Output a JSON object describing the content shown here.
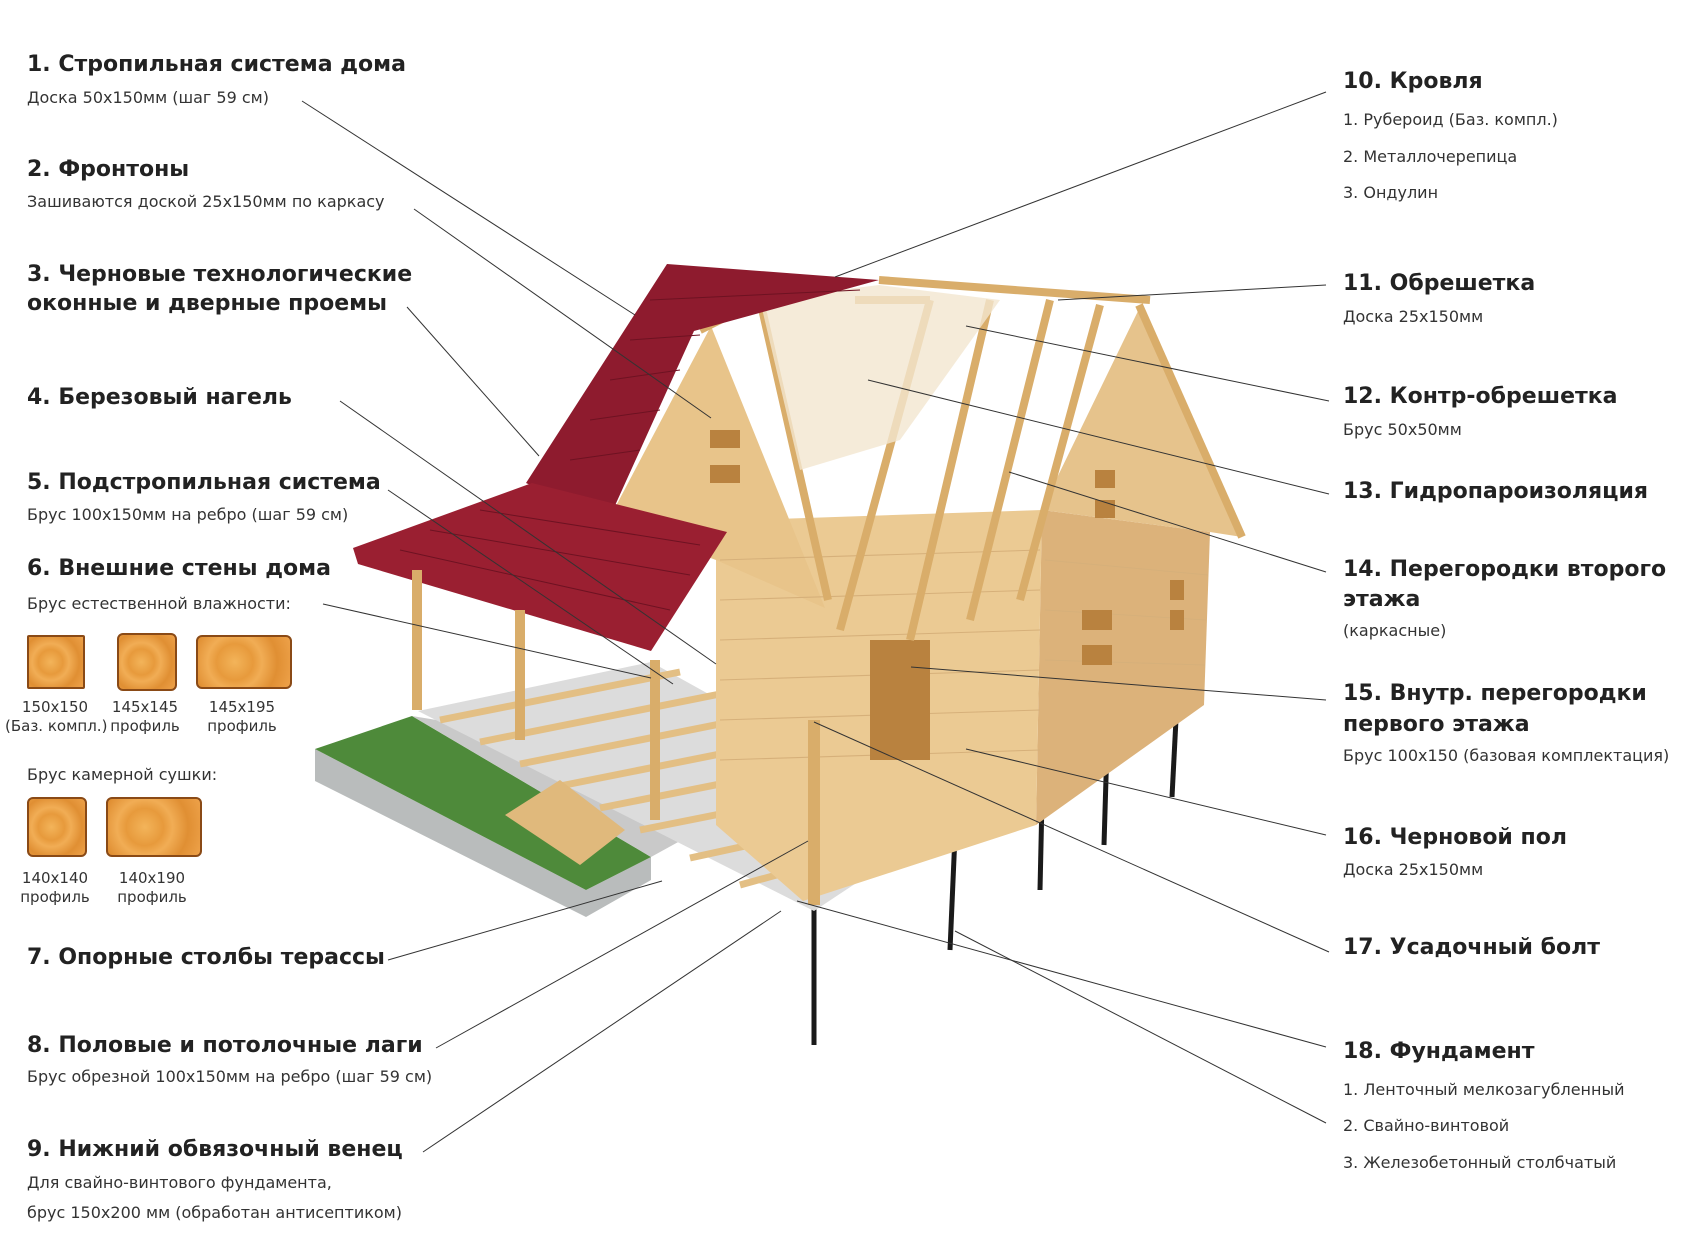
{
  "left": [
    {
      "title": "1. Стропильная система дома",
      "sub": "Доска 50x150мм (шаг 59 см)"
    },
    {
      "title": "2. Фронтоны",
      "sub": "Зашиваются доской 25x150мм по каркасу"
    },
    {
      "title_line1": "3. Черновые технологические",
      "title_line2": "оконные и дверные проемы"
    },
    {
      "title": "4. Березовый нагель"
    },
    {
      "title": "5. Подстропильная система",
      "sub": "Брус 100x150мм на ребро (шаг 59 см)"
    },
    {
      "title": "6. Внешние стены дома",
      "sub": "Брус естественной влажности:",
      "samples": [
        {
          "size": "150x150",
          "note": "(Баз. компл.)"
        },
        {
          "size": "145x145",
          "note": "профиль"
        },
        {
          "size": "145x195",
          "note": "профиль"
        }
      ],
      "sub2": "Брус камерной сушки:",
      "samples2": [
        {
          "size": "140x140",
          "note": "профиль"
        },
        {
          "size": "140x190",
          "note": "профиль"
        }
      ]
    },
    {
      "title": "7. Опорные столбы терассы"
    },
    {
      "title": "8. Половые и потолочные лаги",
      "sub": "Брус обрезной 100x150мм на ребро (шаг 59 см)"
    },
    {
      "title": "9. Нижний обвязочный венец",
      "sub1": "Для свайно-винтового фундамента,",
      "sub2": "брус 150x200 мм (обработан антисептиком)"
    }
  ],
  "right": [
    {
      "title": "10. Кровля",
      "items": [
        "1. Рубероид (Баз. компл.)",
        "2. Металлочерепица",
        "3. Ондулин"
      ]
    },
    {
      "title": "11. Обрешетка",
      "sub": "Доска 25x150мм"
    },
    {
      "title": "12. Контр-обрешетка",
      "sub": "Брус 50x50мм"
    },
    {
      "title": "13. Гидропароизоляция"
    },
    {
      "title_line1": "14. Перегородки второго",
      "title_line2": "этажа",
      "sub": "(каркасные)"
    },
    {
      "title_line1": "15. Внутр. перегородки",
      "title_line2": "первого этажа",
      "sub": "Брус 100x150 (базовая комплектация)"
    },
    {
      "title": "16. Черновой пол",
      "sub": "Доска 25x150мм"
    },
    {
      "title": "17. Усадочный болт"
    },
    {
      "title": "18. Фундамент",
      "items": [
        "1. Ленточный мелкозагубленный",
        "2. Свайно-винтовой",
        "3. Железобетонный столбчатый"
      ]
    }
  ],
  "colors": {
    "roof": "#8e1b2e",
    "wood": "#e9c68c",
    "grass": "#4e8a3a",
    "gravel": "#b9bcbc",
    "pile": "#1a1a1a",
    "leader": "#333333"
  }
}
